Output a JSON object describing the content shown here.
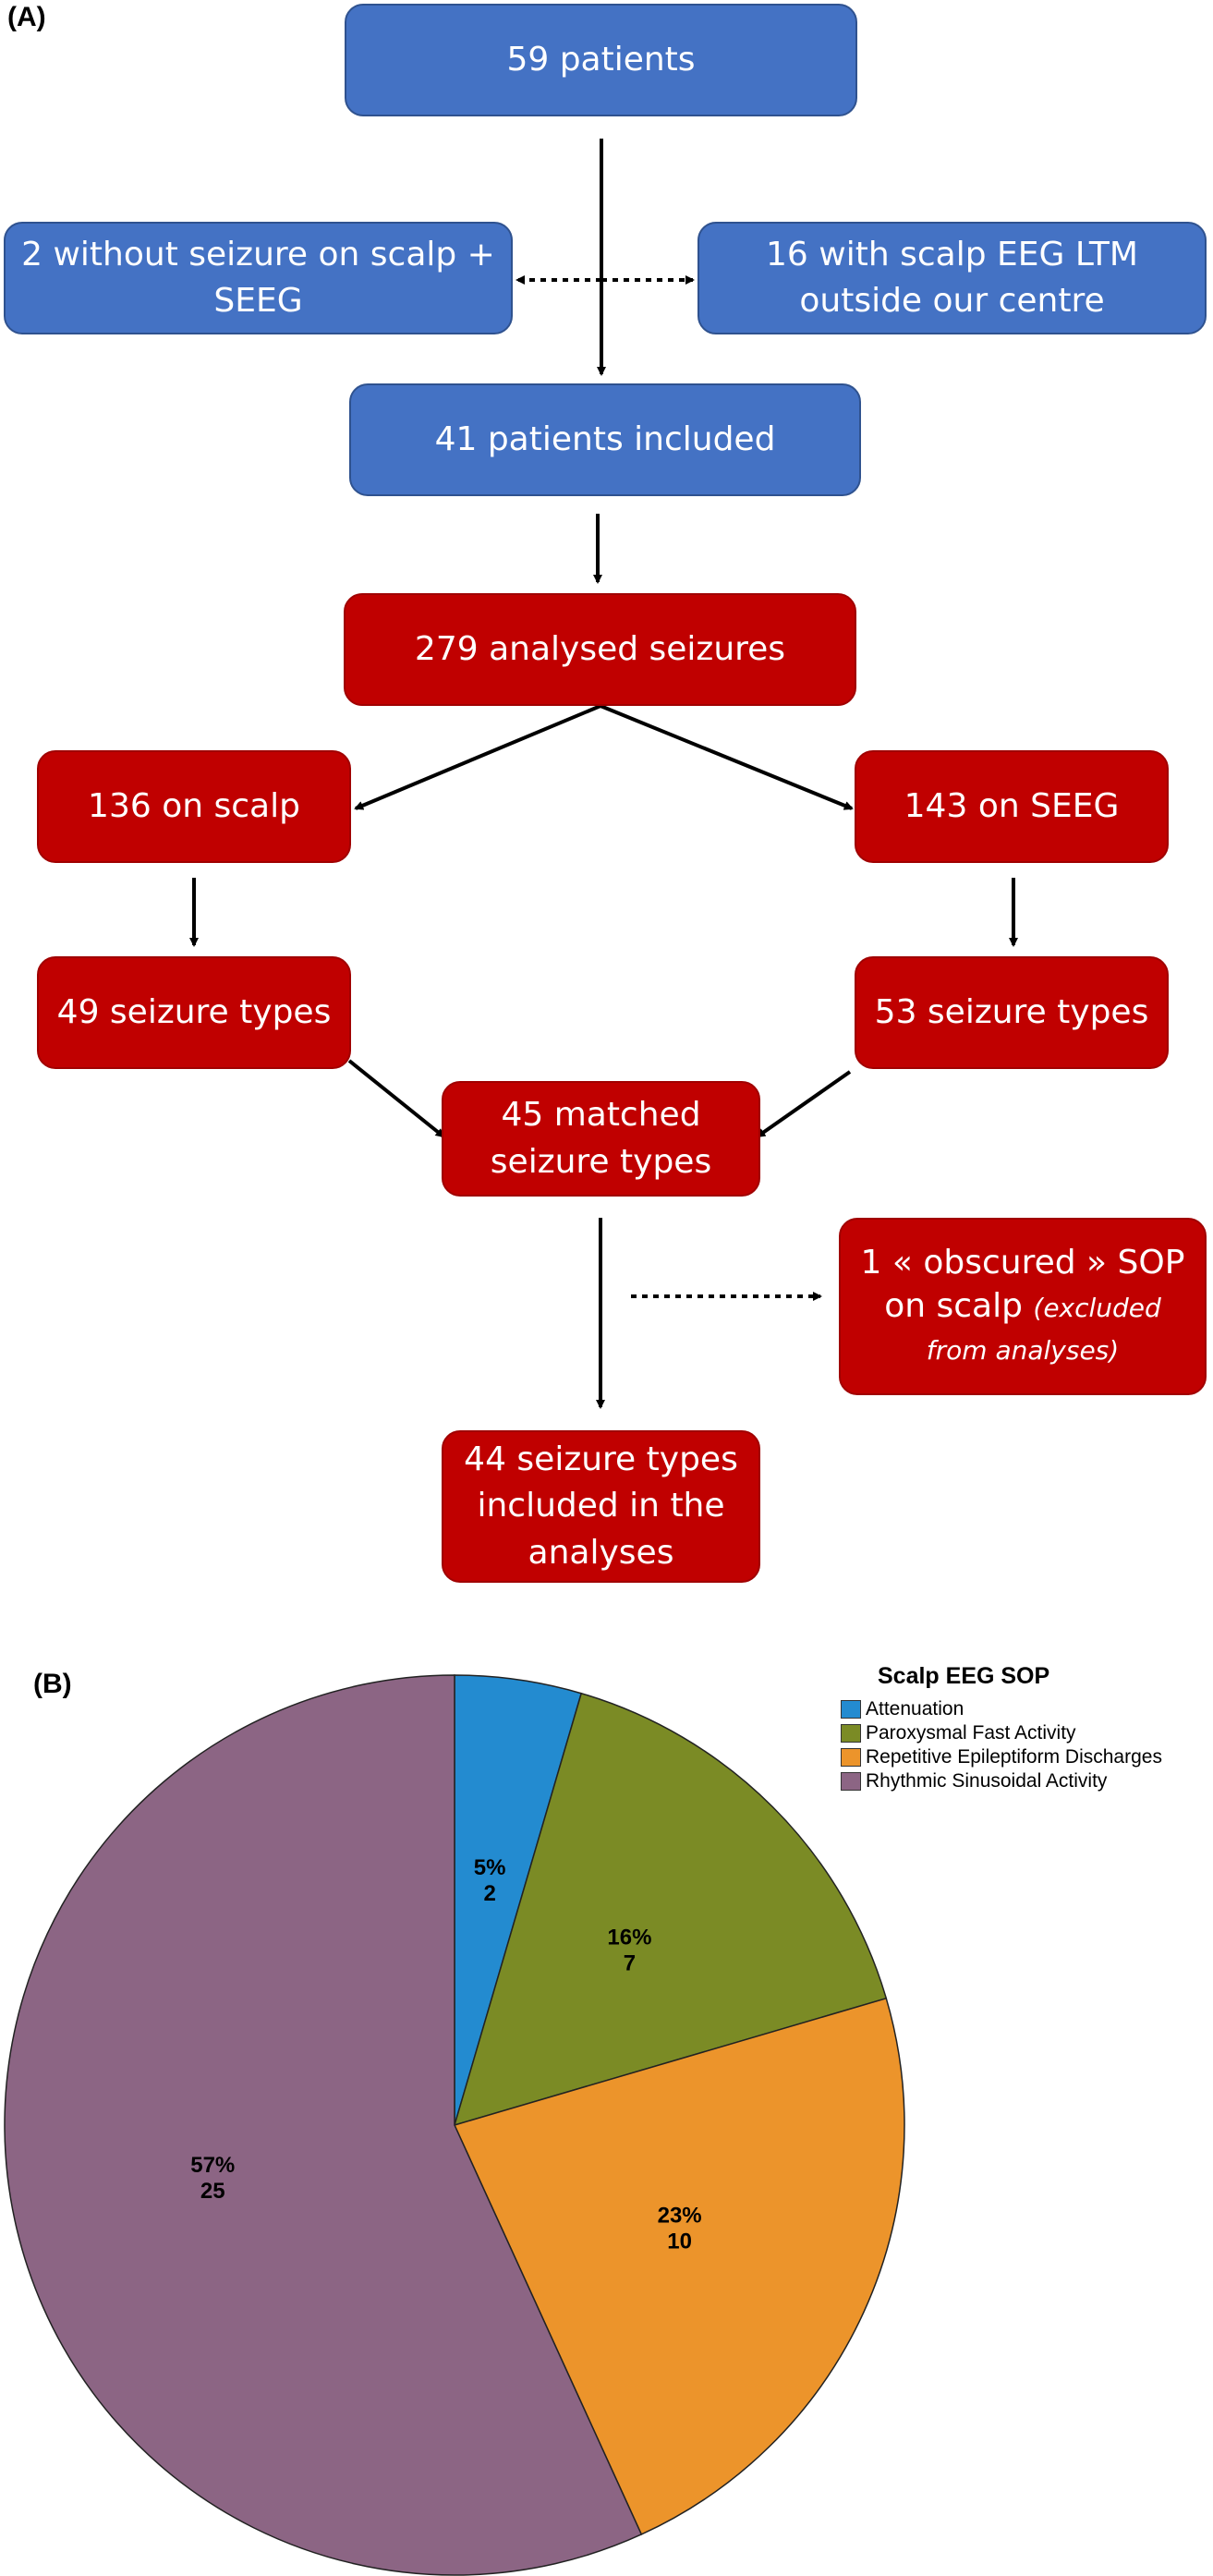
{
  "panel_a": {
    "label": "(A)",
    "boxes": {
      "patients_total": "59 patients",
      "excluded_left": "2 without seizure on scalp + SEEG",
      "excluded_right": "16 with scalp EEG LTM outside our centre",
      "patients_included": "41 patients included",
      "analysed_seizures": "279 analysed seizures",
      "on_scalp": "136 on scalp",
      "on_seeg": "143 on SEEG",
      "scalp_types": "49 seizure types",
      "seeg_types": "53 seizure types",
      "matched_types": "45 matched seizure types",
      "obscured_main": "1 « obscured » SOP on scalp",
      "obscured_note": "(excluded from analyses)",
      "included_types": "44 seizure types included in the analyses"
    }
  },
  "panel_b": {
    "label": "(B)"
  },
  "chart_data": {
    "type": "pie",
    "legend_title": "Scalp EEG SOP",
    "legend_position": "top-right",
    "slices": [
      {
        "name": "Attenuation",
        "value": 2,
        "percent_label": "5%",
        "count_label": "2",
        "color": "#238bd0"
      },
      {
        "name": "Paroxysmal Fast Activity",
        "value": 7,
        "percent_label": "16%",
        "count_label": "7",
        "color": "#7b8b25"
      },
      {
        "name": "Repetitive Epileptiform Discharges",
        "value": 10,
        "percent_label": "23%",
        "count_label": "10",
        "color": "#ec942b"
      },
      {
        "name": "Rhythmic Sinusoidal Activity",
        "value": 25,
        "percent_label": "57%",
        "count_label": "25",
        "color": "#8c6584"
      }
    ]
  }
}
